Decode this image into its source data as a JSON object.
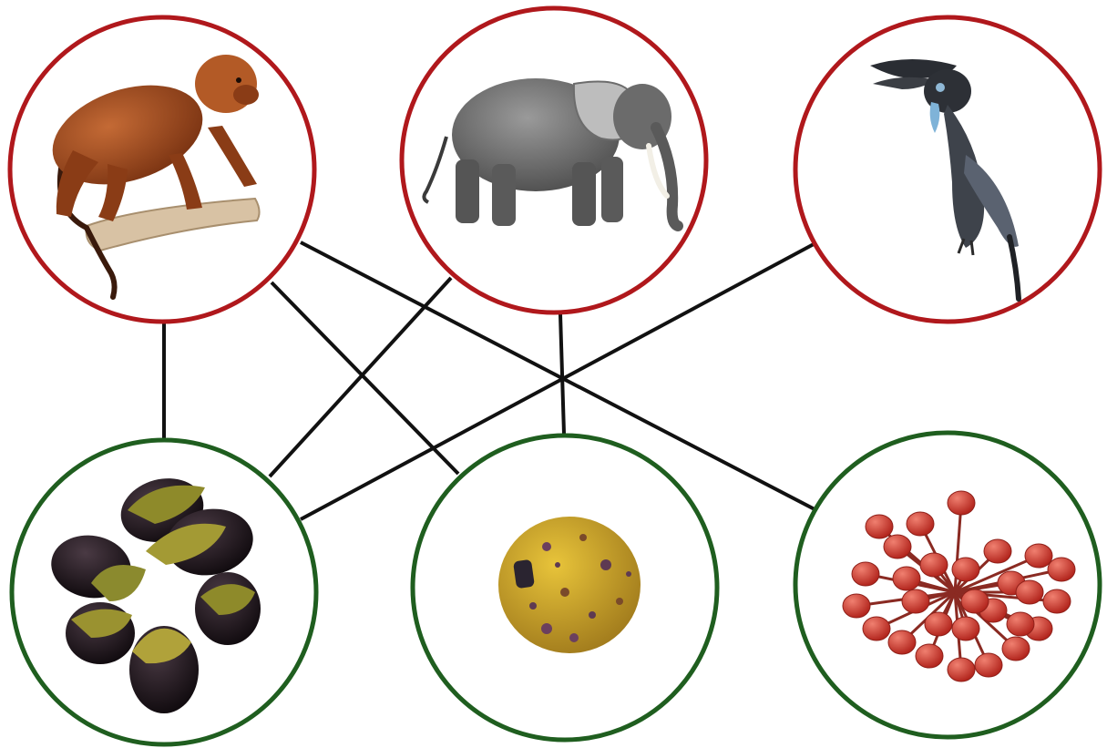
{
  "colors": {
    "animal_ring": "#b0181c",
    "plant_ring": "#1f5e1f",
    "link": "#111111",
    "background": "#ffffff"
  },
  "animals": [
    {
      "id": "monkey",
      "icon": "monkey-icon"
    },
    {
      "id": "elephant",
      "icon": "elephant-icon"
    },
    {
      "id": "hornbill",
      "icon": "hornbill-icon"
    }
  ],
  "plants": [
    {
      "id": "split-fruits",
      "icon": "split-dark-fruits-icon"
    },
    {
      "id": "speckled-fruit",
      "icon": "speckled-yellow-fruit-icon"
    },
    {
      "id": "red-berry-cluster",
      "icon": "red-berry-cluster-icon"
    }
  ],
  "links": [
    {
      "from": "monkey",
      "to": "split-fruits"
    },
    {
      "from": "monkey",
      "to": "speckled-fruit"
    },
    {
      "from": "monkey",
      "to": "red-berry-cluster"
    },
    {
      "from": "elephant",
      "to": "split-fruits"
    },
    {
      "from": "elephant",
      "to": "speckled-fruit"
    },
    {
      "from": "hornbill",
      "to": "split-fruits"
    }
  ]
}
